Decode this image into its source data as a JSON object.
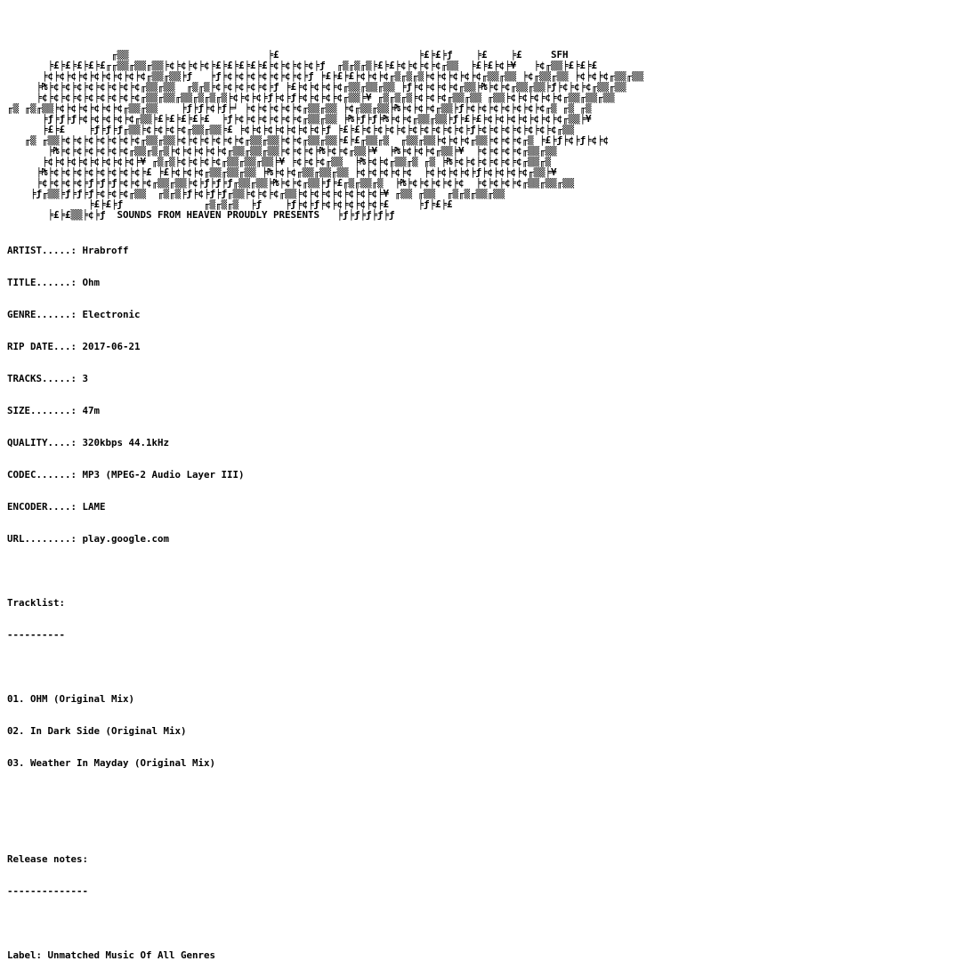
{
  "banner": {
    "group_tag": "SFH",
    "presents": "SOUNDS FROM HEAVEN PROUDLY PRESENTS"
  },
  "fields": [
    {
      "key": "ARTIST.....:",
      "value": "Hrabroff"
    },
    {
      "key": "TITLE......:",
      "value": "Ohm"
    },
    {
      "key": "GENRE......:",
      "value": "Electronic"
    },
    {
      "key": "RIP DATE...:",
      "value": "2017-06-21"
    },
    {
      "key": "TRACKS.....:",
      "value": "3"
    },
    {
      "key": "SIZE.......:",
      "value": "47m"
    },
    {
      "key": "QUALITY....:",
      "value": "320kbps 44.1kHz"
    },
    {
      "key": "CODEC......:",
      "value": "MP3 (MPEG-2 Audio Layer III)"
    },
    {
      "key": "ENCODER....:",
      "value": "LAME"
    },
    {
      "key": "URL........:",
      "value": "play.google.com"
    }
  ],
  "tracklist": {
    "heading": "Tracklist:",
    "underline": "----------",
    "tracks": [
      "01. OHM (Original Mix)",
      "02. In Dark Side (Original Mix)",
      "03. Weather In Mayday (Original Mix)"
    ]
  },
  "release_notes": {
    "heading": "Release notes:",
    "underline": "--------------"
  },
  "label": {
    "text": "Label: Unmatched Music Of All Genres"
  }
}
